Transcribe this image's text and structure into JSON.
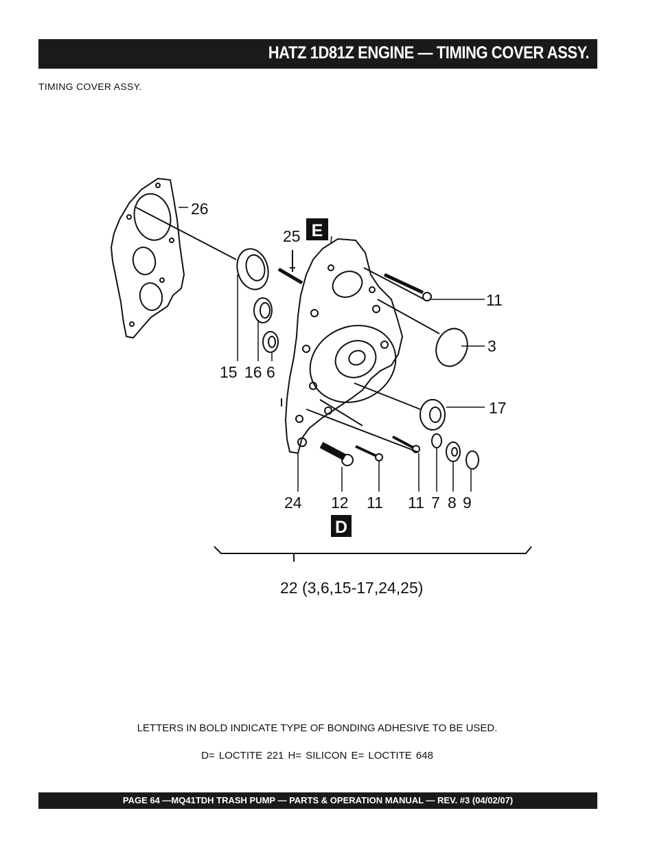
{
  "header": {
    "title": "HATZ 1D81Z ENGINE — TIMING COVER ASSY."
  },
  "section": {
    "subtitle": "TIMING  COVER  ASSY."
  },
  "diagram": {
    "callouts": {
      "c26": "26",
      "c25": "25",
      "cE": "E",
      "c11a": "11",
      "c3": "3",
      "c17": "17",
      "c15": "15",
      "c16": "16",
      "c6": "6",
      "c24": "24",
      "c12": "12",
      "c11b": "11",
      "c11c": "11",
      "c7": "7",
      "c8": "8",
      "c9": "9",
      "cD": "D"
    },
    "assembly_label": "22 (3,6,15-17,24,25)"
  },
  "notes": {
    "line1": "LETTERS IN BOLD INDICATE TYPE OF BONDING ADHESIVE TO BE USED.",
    "line2": "D= LOCTITE 221   H= SILICON   E= LOCTITE 648"
  },
  "footer": {
    "text": "PAGE 64 —MQ41TDH TRASH PUMP  — PARTS & OPERATION MANUAL — REV. #3 (04/02/07)"
  }
}
